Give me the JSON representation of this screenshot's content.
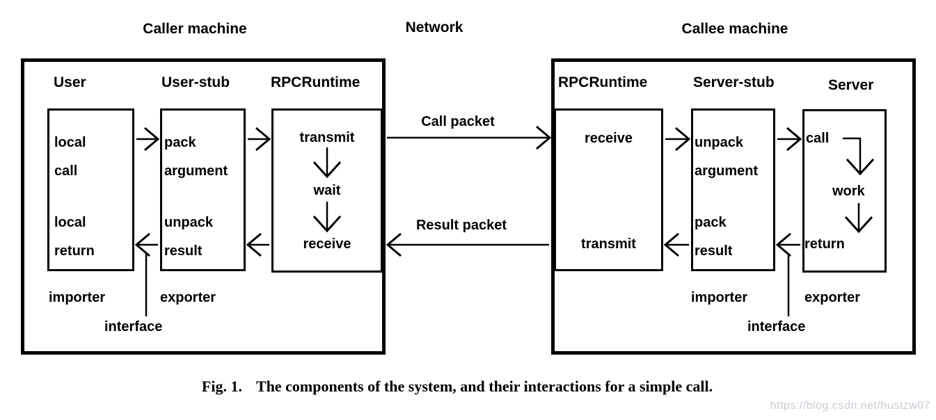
{
  "figure": {
    "caller": {
      "title": "Caller machine",
      "components": [
        "User",
        "User-stub",
        "RPCRuntime"
      ],
      "user": {
        "top": [
          "local",
          "call"
        ],
        "bottom": [
          "local",
          "return"
        ]
      },
      "user_stub": {
        "top": [
          "pack",
          "argument"
        ],
        "bottom": [
          "unpack",
          "result"
        ]
      },
      "rpcruntime": {
        "steps": [
          "transmit",
          "wait",
          "receive"
        ]
      },
      "importer": "importer",
      "exporter": "exporter",
      "interface": "interface"
    },
    "network": {
      "title": "Network",
      "call_packet": "Call packet",
      "result_packet": "Result packet"
    },
    "callee": {
      "title": "Callee machine",
      "components": [
        "RPCRuntime",
        "Server-stub",
        "Server"
      ],
      "rpcruntime": {
        "top": "receive",
        "bottom": "transmit"
      },
      "server_stub": {
        "top": [
          "unpack",
          "argument"
        ],
        "bottom": [
          "pack",
          "result"
        ]
      },
      "server": {
        "steps": [
          "call",
          "work",
          "return"
        ]
      },
      "importer": "importer",
      "exporter": "exporter",
      "interface": "interface"
    },
    "caption": {
      "label": "Fig. 1.",
      "text": "The components of the system, and their interactions for a simple call."
    },
    "watermark": "https://blog.csdn.net/hustzw07"
  },
  "colors": {
    "ink": "#000000",
    "paper": "#ffffff",
    "watermark": "#c7ccd4"
  }
}
